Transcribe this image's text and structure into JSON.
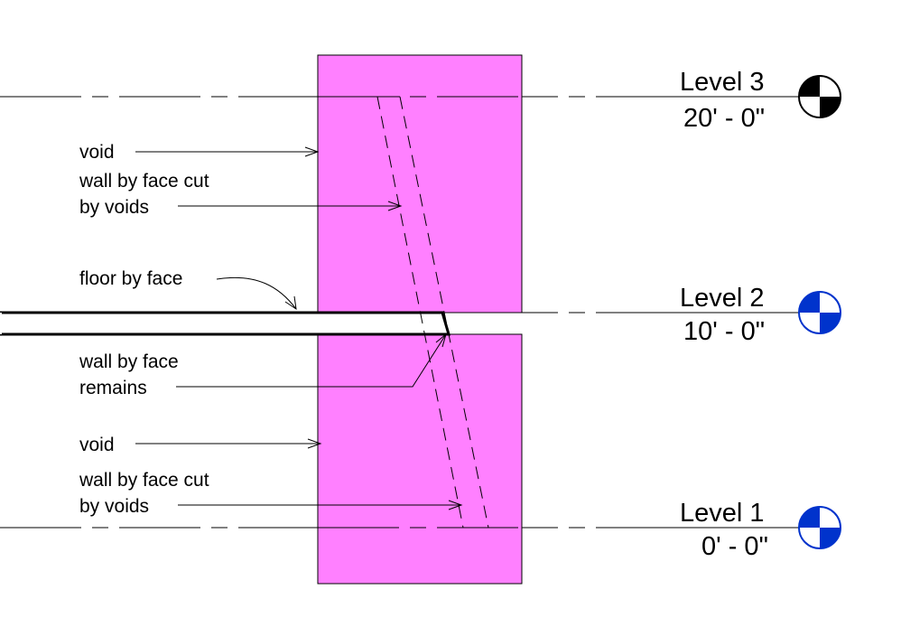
{
  "colors": {
    "void_fill": "#ff80ff",
    "level3_marker": "#000000",
    "level2_marker": "#0033cc",
    "level1_marker": "#0033cc"
  },
  "labels": {
    "void_upper": "void",
    "wall_cut_upper_line1": "wall by face cut",
    "wall_cut_upper_line2": "by voids",
    "floor": "floor by face",
    "wall_remains_line1": "wall by face",
    "wall_remains_line2": "remains",
    "void_lower": "void",
    "wall_cut_lower_line1": "wall by face cut",
    "wall_cut_lower_line2": "by voids"
  },
  "levels": [
    {
      "name": "Level 3",
      "elevation": "20' - 0\"",
      "marker_icon": "level-head-icon"
    },
    {
      "name": "Level 2",
      "elevation": "10' - 0\"",
      "marker_icon": "level-head-icon"
    },
    {
      "name": "Level 1",
      "elevation": "0' - 0\"",
      "marker_icon": "level-head-icon"
    }
  ]
}
